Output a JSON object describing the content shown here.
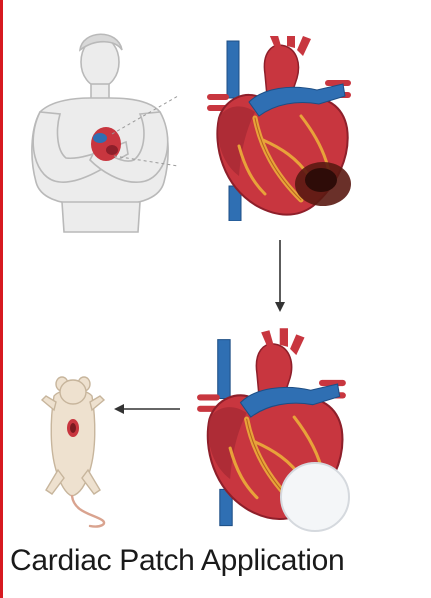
{
  "figure": {
    "caption": "Cardiac Patch Application"
  },
  "nodes": [
    {
      "id": "human",
      "kind": "human-with-heart-icon"
    },
    {
      "id": "heart-infarct",
      "kind": "heart-with-infarct-icon"
    },
    {
      "id": "heart-patch",
      "kind": "heart-with-patch-icon"
    },
    {
      "id": "rat",
      "kind": "rat-icon"
    }
  ],
  "edges": [
    {
      "from": "heart-infarct",
      "to": "heart-patch"
    },
    {
      "from": "heart-patch",
      "to": "rat"
    }
  ],
  "colors": {
    "accent_rule": "#d71920",
    "heart_red": "#c8363f",
    "vessel_blue": "#2f6fb3",
    "fat_yellow": "#e8a23a",
    "infarct": "#5a1a12",
    "patch": "#f4f6f8"
  }
}
